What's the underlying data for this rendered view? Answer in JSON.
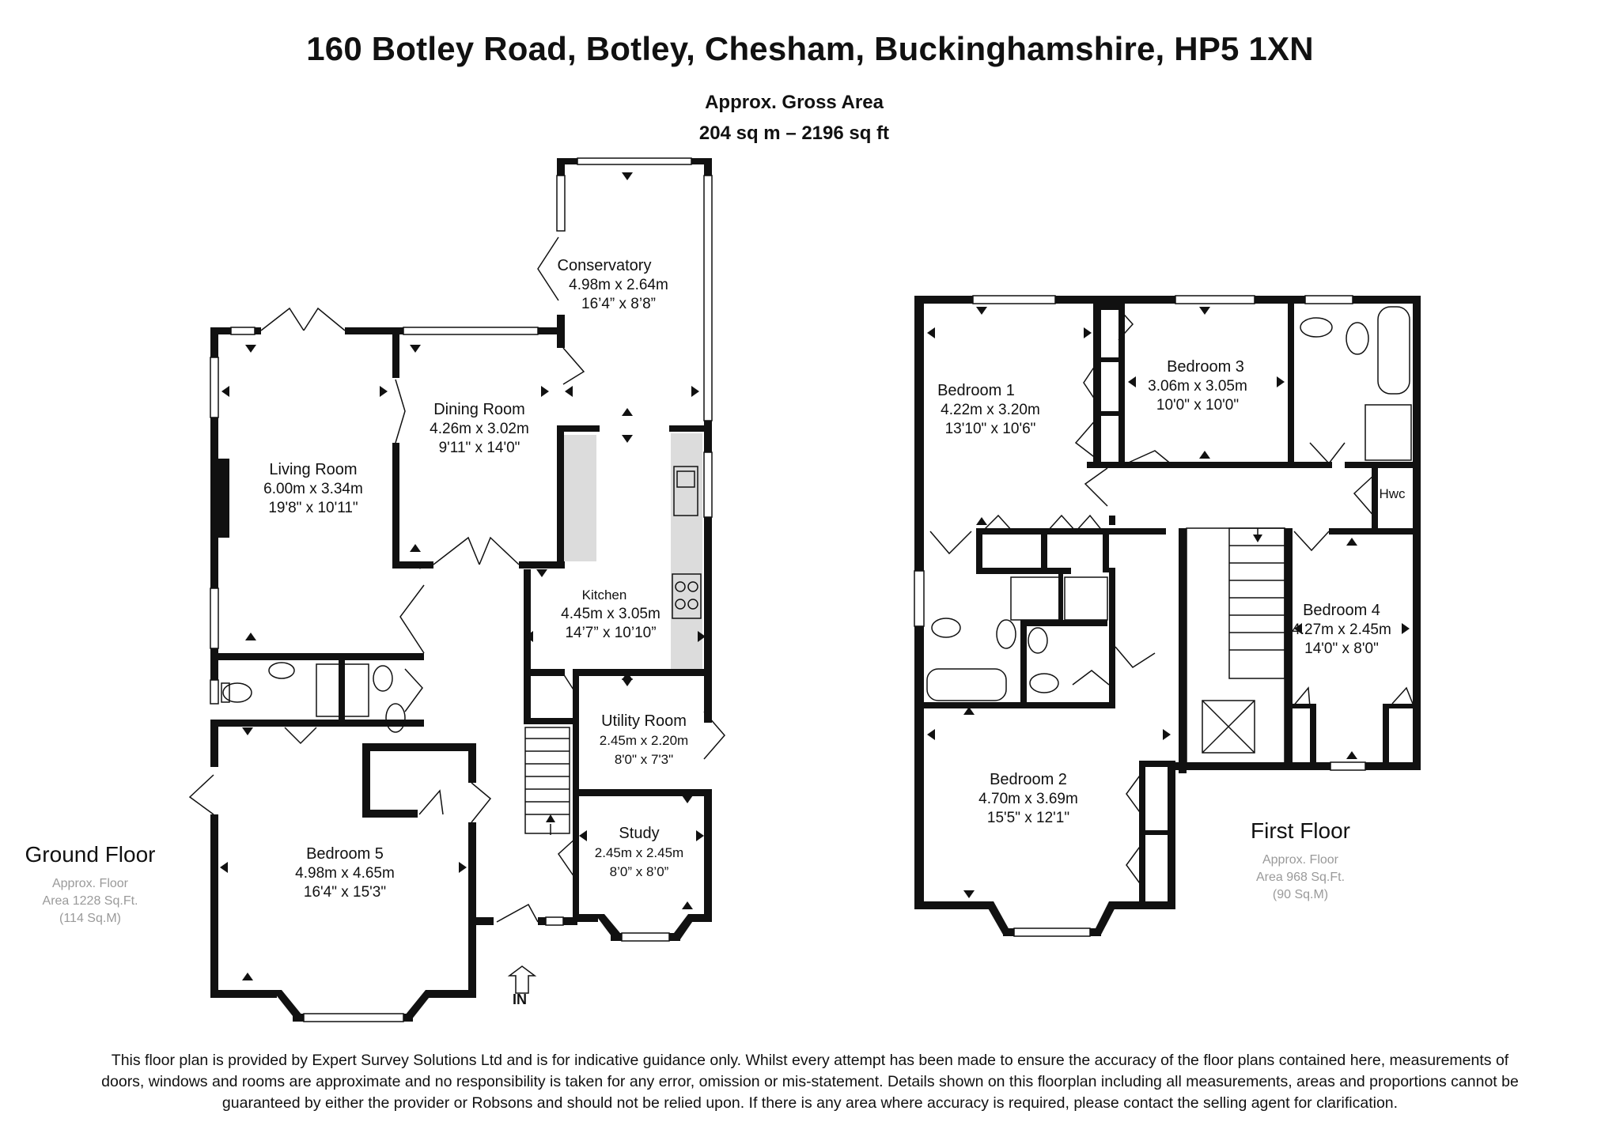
{
  "header": {
    "address": "160 Botley Road, Botley, Chesham, Buckinghamshire, HP5 1XN",
    "gross_label": "Approx. Gross Area",
    "gross_value": "204 sq m – 2196 sq ft"
  },
  "ground_floor": {
    "name": "Ground Floor",
    "area_line1": "Approx. Floor",
    "area_line2": "Area 1228 Sq.Ft.",
    "area_line3": "(114 Sq.M)",
    "entrance": "IN",
    "rooms": {
      "conservatory": {
        "name": "Conservatory",
        "metric": "4.98m x 2.64m",
        "imperial": "16’4” x 8’8”"
      },
      "dining": {
        "name": "Dining Room",
        "metric": "4.26m x 3.02m",
        "imperial": "9'11\" x 14'0\""
      },
      "living": {
        "name": "Living Room",
        "metric": "6.00m x 3.34m",
        "imperial": "19'8\" x 10'11\""
      },
      "kitchen": {
        "name": "Kitchen",
        "metric": "4.45m x 3.05m",
        "imperial": "14’7” x 10’10”"
      },
      "utility": {
        "name": "Utility Room",
        "metric": "2.45m x 2.20m",
        "imperial": "8'0\" x 7'3\""
      },
      "study": {
        "name": "Study",
        "metric": "2.45m x 2.45m",
        "imperial": "8’0” x 8’0”"
      },
      "bedroom5": {
        "name": "Bedroom 5",
        "metric": "4.98m x 4.65m",
        "imperial": "16'4\" x 15'3\""
      }
    }
  },
  "first_floor": {
    "name": "First Floor",
    "area_line1": "Approx. Floor",
    "area_line2": "Area 968 Sq.Ft.",
    "area_line3": "(90 Sq.M)",
    "rooms": {
      "bedroom1": {
        "name": "Bedroom 1",
        "metric": "4.22m x 3.20m",
        "imperial": "13'10\" x 10'6\""
      },
      "bedroom3": {
        "name": "Bedroom 3",
        "metric": "3.06m x 3.05m",
        "imperial": "10'0\" x 10'0\""
      },
      "hwc": {
        "name": "Hwc"
      },
      "bedroom4": {
        "name": "Bedroom 4",
        "metric": "4.27m x 2.45m",
        "imperial": "14'0\" x 8'0\""
      },
      "bedroom2": {
        "name": "Bedroom 2",
        "metric": "4.70m x 3.69m",
        "imperial": "15'5\" x 12'1\""
      }
    }
  },
  "disclaimer": {
    "line1": "This floor plan is provided by Expert Survey Solutions Ltd and is for indicative guidance only. Whilst every attempt has been made to ensure the accuracy of the floor plans contained here, measurements of",
    "line2": "doors, windows and rooms are approximate and no responsibility is taken for any error, omission or mis-statement. Details shown on this floorplan including all measurements, areas and proportions cannot be",
    "line3": "guaranteed by either the provider or Robsons and should not be relied upon.  If there is any area where accuracy is required, please contact the selling agent for clarification."
  }
}
